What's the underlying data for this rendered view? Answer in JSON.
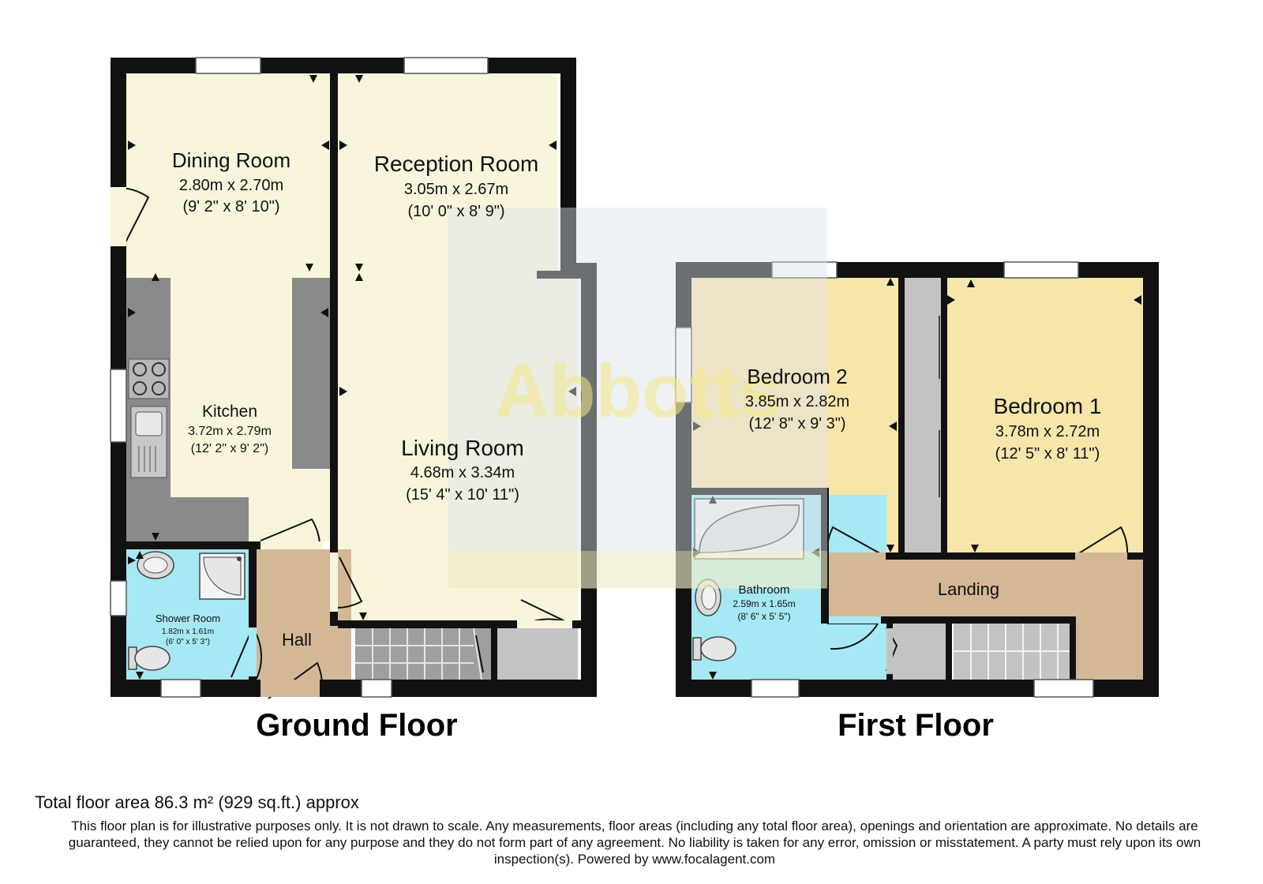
{
  "watermark": "Abbotts",
  "floors": {
    "ground": "Ground Floor",
    "first": "First Floor"
  },
  "rooms": {
    "dining": {
      "name": "Dining Room",
      "metric": "2.80m x 2.70m",
      "imperial": "(9' 2\" x 8' 10\")"
    },
    "reception": {
      "name": "Reception Room",
      "metric": "3.05m x 2.67m",
      "imperial": "(10' 0\" x 8' 9\")"
    },
    "kitchen": {
      "name": "Kitchen",
      "metric": "3.72m x 2.79m",
      "imperial": "(12' 2\" x 9' 2\")"
    },
    "living": {
      "name": "Living Room",
      "metric": "4.68m x 3.34m",
      "imperial": "(15' 4\" x 10' 11\")"
    },
    "shower": {
      "name": "Shower Room",
      "metric": "1.82m x 1.61m",
      "imperial": "(6' 0\" x 5' 3\")"
    },
    "hall": {
      "name": "Hall"
    },
    "bedroom2": {
      "name": "Bedroom 2",
      "metric": "3.85m x 2.82m",
      "imperial": "(12' 8\" x 9' 3\")"
    },
    "bedroom1": {
      "name": "Bedroom 1",
      "metric": "3.78m x 2.72m",
      "imperial": "(12' 5\" x 8' 11\")"
    },
    "bathroom": {
      "name": "Bathroom",
      "metric": "2.59m x 1.65m",
      "imperial": "(8' 6\" x 5' 5\")"
    },
    "landing": {
      "name": "Landing"
    }
  },
  "colors": {
    "wall": "#111111",
    "cream": "#f8f5dc",
    "bedroom_yellow": "#f7e6aa",
    "bedroom_tan": "#ead9a3",
    "blue": "#a6e8f3",
    "landing": "#d4b896",
    "counter": "#8a8a8a",
    "storage": "#c3c3c3",
    "watermark_box": "#dbe2e8"
  },
  "footer": {
    "total": "Total floor area 86.3 m² (929 sq.ft.) approx",
    "disclaimer": "This floor plan is for illustrative purposes only. It is not drawn to scale. Any measurements, floor areas (including any total floor area), openings and orientation are approximate. No details are guaranteed, they cannot be relied upon for any purpose and they do not form part of any agreement. No liability is taken for any error, omission or misstatement. A party must rely upon its own inspection(s). Powered by www.focalagent.com"
  }
}
